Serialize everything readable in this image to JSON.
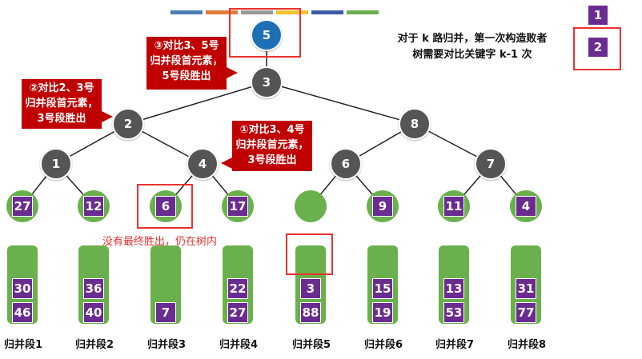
{
  "colors": {
    "root": "#1f6fb5",
    "node": "#555555",
    "leaf": "#6ab04c",
    "chip": "#6a2c91",
    "callout": "#c00000",
    "highlight": "#e8322f"
  },
  "tree": {
    "root": "5",
    "nodes": [
      "3",
      "2",
      "8",
      "1",
      "4",
      "6",
      "7"
    ],
    "leaves": [
      "27",
      "12",
      "6",
      "17",
      "",
      "9",
      "11",
      "4"
    ]
  },
  "segments": [
    {
      "label": "归并段1",
      "values": [
        "30",
        "46"
      ]
    },
    {
      "label": "归并段2",
      "values": [
        "36",
        "40"
      ]
    },
    {
      "label": "归并段3",
      "values": [
        "7"
      ]
    },
    {
      "label": "归并段4",
      "values": [
        "22",
        "27"
      ]
    },
    {
      "label": "归并段5",
      "values": [
        "3",
        "88"
      ]
    },
    {
      "label": "归并段6",
      "values": [
        "15",
        "19"
      ]
    },
    {
      "label": "归并段7",
      "values": [
        "13",
        "53"
      ]
    },
    {
      "label": "归并段8",
      "values": [
        "31",
        "77"
      ]
    }
  ],
  "callouts": {
    "step3": [
      "③对比3、5号",
      "归并段首元素，",
      "5号段胜出"
    ],
    "step2": [
      "②对比2、3号",
      "归并段首元素，",
      "3号段胜出"
    ],
    "step1": [
      "①对比3、4号",
      "归并段首元素，",
      "3号段胜出"
    ]
  },
  "note": [
    "对于 k 路归并，第一次构造败者",
    "树需要对比关键字 k-1 次"
  ],
  "remark": "没有最终胜出，仍在树内",
  "counter": {
    "prev": "1",
    "current": "2"
  },
  "colorbar": [
    "#4a7fb5",
    "#e07b39",
    "#9a9a9a",
    "#f2c12e",
    "#3c5aa6",
    "#6ab04c"
  ]
}
